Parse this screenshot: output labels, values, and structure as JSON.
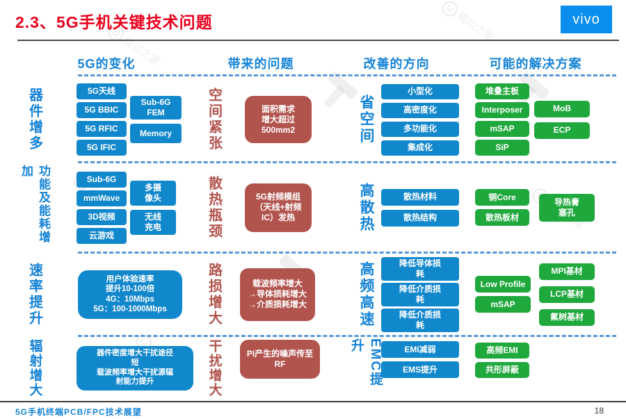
{
  "title": "2.3、5G手机关键技术问题",
  "logo": "vivo",
  "watermark": "模切之家",
  "footer": {
    "left": "5G手机终端PCB/FPC技术展望",
    "page": "18"
  },
  "columns": {
    "c1": "5G的变化",
    "c2": "带来的问题",
    "c3": "改善的方向",
    "c4": "可能的解决方案"
  },
  "rows": [
    {
      "category": "器件增多",
      "changes_col1": [
        "5G天线",
        "5G BBIC",
        "5G RFIC",
        "5G IFIC"
      ],
      "changes_col2": [
        "Sub-6G\nFEM",
        "Memory"
      ],
      "problem_label": "空间紧张",
      "problem_box": "面积需求\n增大超过\n500mm2",
      "direction_label": "省空间",
      "directions": [
        "小型化",
        "高密度化",
        "多功能化",
        "集成化"
      ],
      "solutions_col1": [
        "堆叠主板",
        "Interposer",
        "mSAP",
        "SiP"
      ],
      "solutions_col2": [
        "MoB",
        "ECP"
      ]
    },
    {
      "category": "功能及能耗增加",
      "changes_col1": [
        "Sub-6G",
        "mmWave",
        "3D视频",
        "云游戏"
      ],
      "changes_col2": [
        "多摄\n像头",
        "无线\n充电"
      ],
      "problem_label": "散热瓶颈",
      "problem_box": "5G射频模组\n（天线+射频\nIC）发热",
      "direction_label": "高散热",
      "directions": [
        "散热材料",
        "散热结构"
      ],
      "solutions_col1": [
        "铜Core",
        "散热板材"
      ],
      "solutions_col2": [
        "导热膏\n塞孔"
      ]
    },
    {
      "category": "速率提升",
      "changes_box": "用户体验速率\n提升10-100倍\n4G：10Mbps\n5G：100-1000Mbps",
      "problem_label": "路损增大",
      "problem_box": "载波频率增大\n→导体损耗增大\n→介质损耗增大",
      "direction_label": "高频高速",
      "directions": [
        "降低导体损\n耗",
        "降低介质损\n耗",
        "降低介质损\n耗"
      ],
      "solutions_col1": [
        "Low Profile",
        "mSAP"
      ],
      "solutions_col2": [
        "MPI基材",
        "LCP基材",
        "氟树基材"
      ]
    },
    {
      "category": "辐射增大",
      "changes_box": "器件密度增大干扰途径\n短\n载波频率增大干扰源辐\n射能力提升",
      "problem_label": "干扰增大",
      "problem_box": "PI产生的噪声传至\nRF",
      "direction_label": "EMC提升",
      "directions": [
        "EMI减弱",
        "EMS提升"
      ],
      "solutions_col1": [
        "高频EMI",
        "共形屏蔽"
      ],
      "solutions_col2": []
    }
  ]
}
